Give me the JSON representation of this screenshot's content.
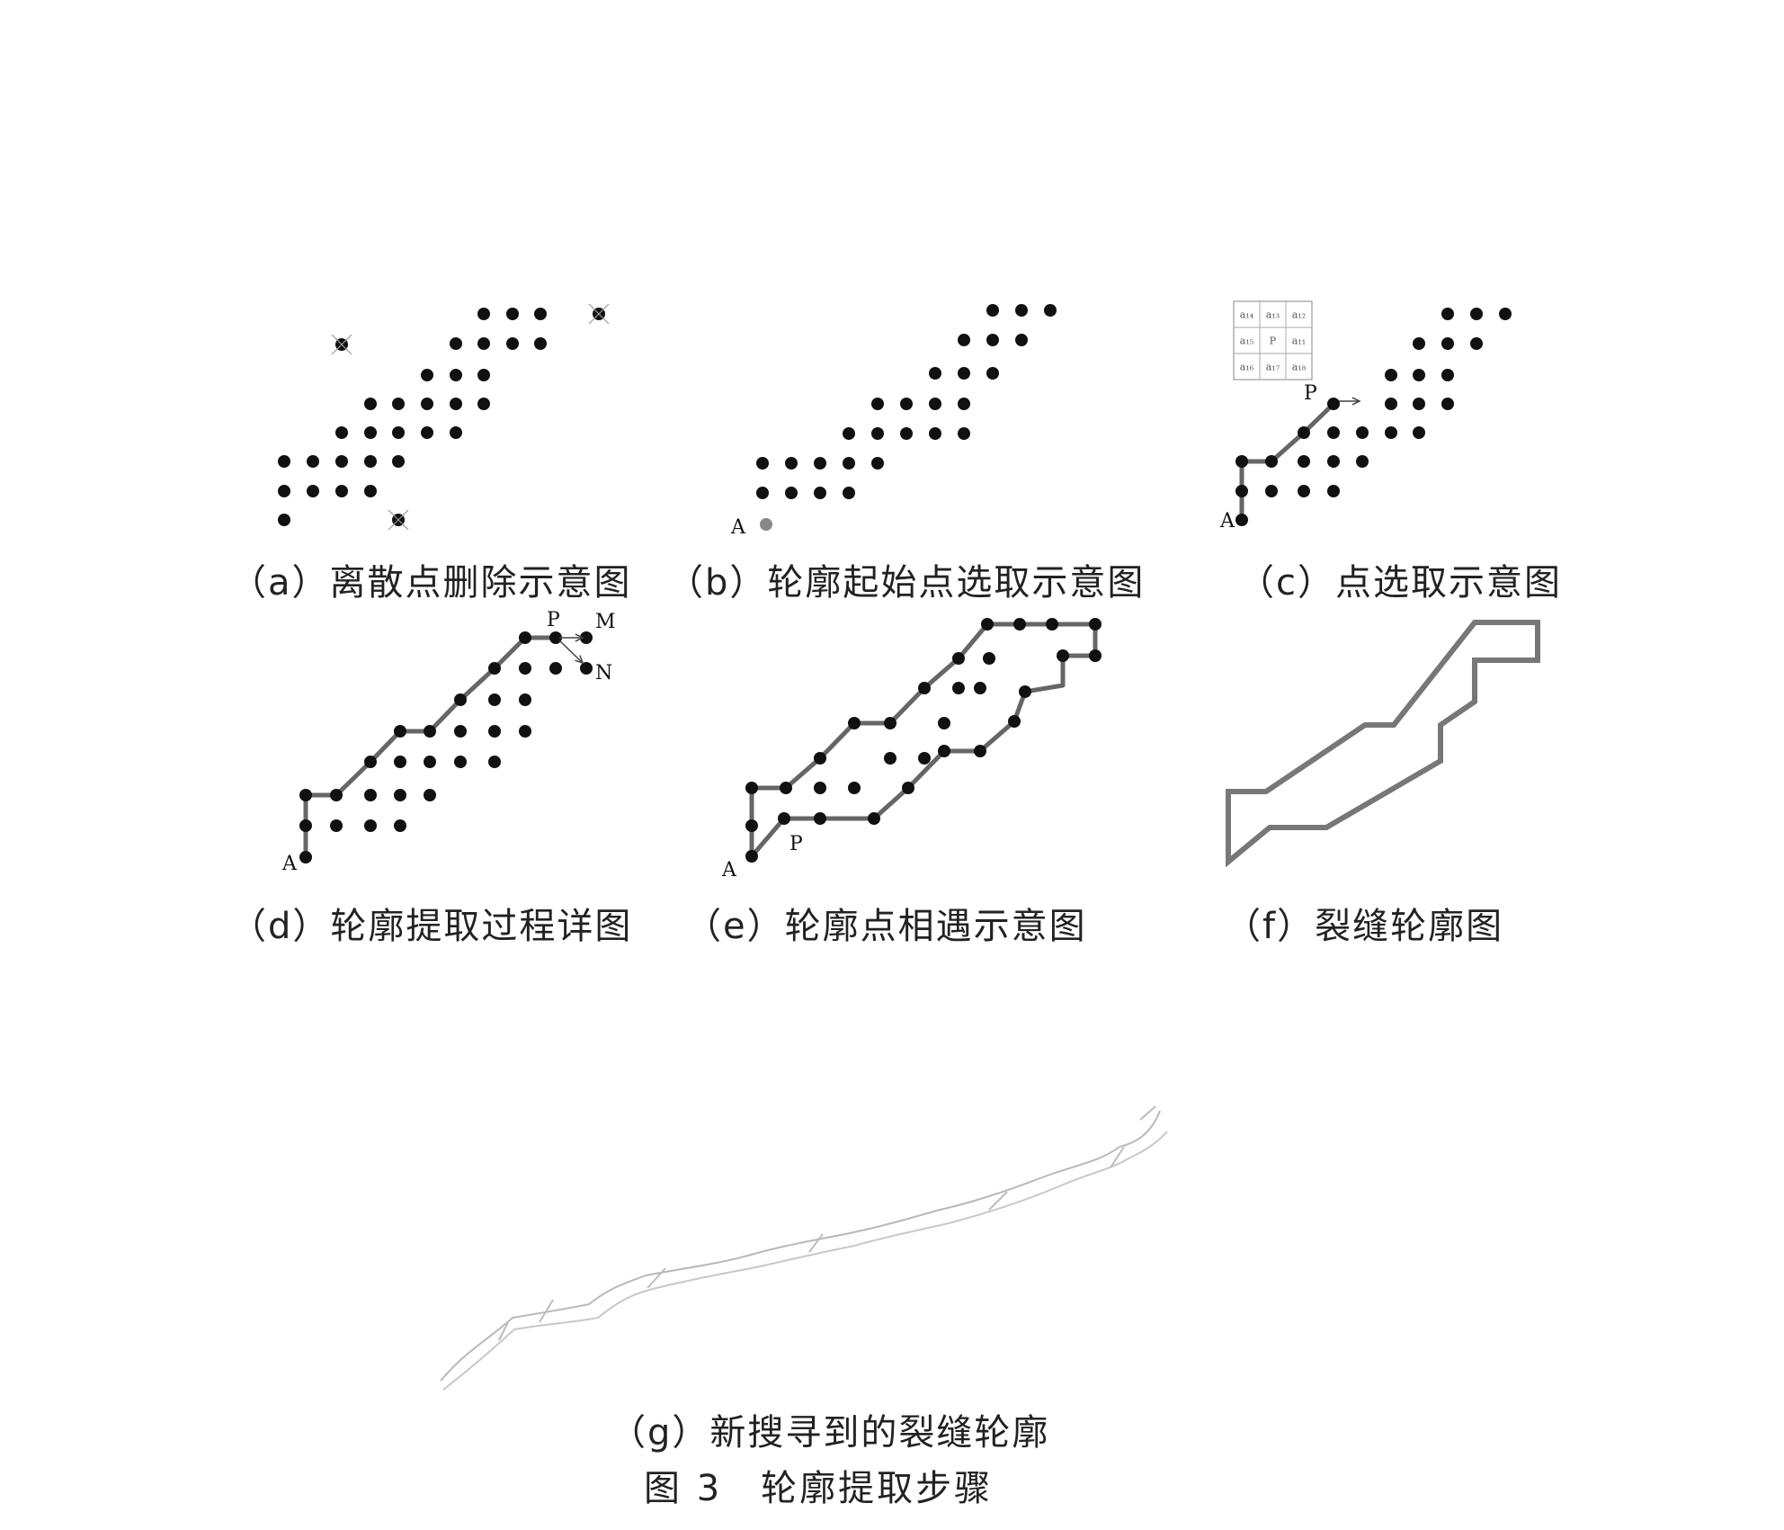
{
  "panels": {
    "a": {
      "caption": "（a）离散点删除示意图"
    },
    "b": {
      "caption": "（b）轮廓起始点选取示意图",
      "point_label": "A"
    },
    "c": {
      "caption": "（c）点选取示意图",
      "point_labels": [
        "A",
        "P"
      ],
      "grid_cells": [
        "a₁₄",
        "a₁₃",
        "a₁₂",
        "a₁₅",
        "P",
        "a₁₁",
        "a₁₆",
        "a₁₇",
        "a₁₈"
      ]
    },
    "d": {
      "caption": "（d）轮廓提取过程详图",
      "point_labels": [
        "A",
        "P",
        "M",
        "N"
      ]
    },
    "e": {
      "caption": "（e）轮廓点相遇示意图",
      "point_labels": [
        "A",
        "P"
      ]
    },
    "f": {
      "caption": "（f）裂缝轮廓图"
    },
    "g": {
      "caption": "（g）新搜寻到的裂缝轮廓"
    }
  },
  "figure_title": "图 3　轮廓提取步骤"
}
